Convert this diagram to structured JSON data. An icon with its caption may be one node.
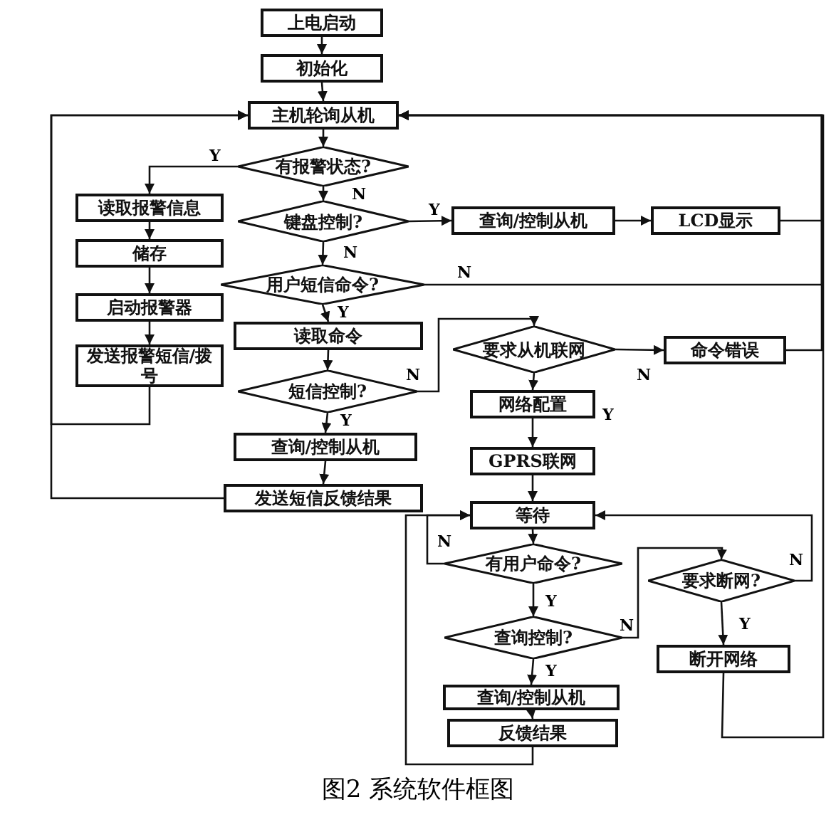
{
  "diagram": {
    "caption": "图2 系统软件框图",
    "nodes": [
      {
        "text": [
          "上电启动"
        ]
      },
      {
        "text": [
          "初始化"
        ]
      },
      {
        "text": [
          "主机轮询从机"
        ]
      },
      {
        "text": [
          "有报警状态?"
        ]
      },
      {
        "text": [
          "读取报警信息"
        ]
      },
      {
        "text": [
          "键盘控制?"
        ]
      },
      {
        "text": [
          "查询/控制从机"
        ]
      },
      {
        "text": [
          "LCD显示"
        ]
      },
      {
        "text": [
          "储存"
        ]
      },
      {
        "text": [
          "用户短信命令?"
        ]
      },
      {
        "text": [
          "启动报警器"
        ]
      },
      {
        "text": [
          "读取命令"
        ]
      },
      {
        "text": [
          "发送报警短信/拨号"
        ]
      },
      {
        "text": [
          "短信控制?"
        ]
      },
      {
        "text": [
          "要求从机联网"
        ]
      },
      {
        "text": [
          "命令错误"
        ]
      },
      {
        "text": [
          "网络配置"
        ]
      },
      {
        "text": [
          "查询/控制从机"
        ]
      },
      {
        "text": [
          "GPRS联网"
        ]
      },
      {
        "text": [
          "发送短信反馈结果"
        ]
      },
      {
        "text": [
          "等待"
        ]
      },
      {
        "text": [
          "有用户命令?"
        ]
      },
      {
        "text": [
          "要求断网?"
        ]
      },
      {
        "text": [
          "查询控制?"
        ]
      },
      {
        "text": [
          "查询/控制从机"
        ]
      },
      {
        "text": [
          "反馈结果"
        ]
      },
      {
        "text": [
          "断开网络"
        ]
      }
    ],
    "edges": [
      {
        "from": 0,
        "to": 1,
        "arrow": "to"
      },
      {
        "from": 1,
        "to": 2,
        "arrow": "to"
      },
      {
        "from": 2,
        "to": 3,
        "arrow": "to"
      },
      {
        "from": 3,
        "to": 4,
        "arrow": "to",
        "label": "Y"
      },
      {
        "from": 3,
        "to": 5,
        "arrow": "to",
        "label": "N"
      },
      {
        "from": 5,
        "to": 6,
        "arrow": "to",
        "label": "Y"
      },
      {
        "from": 6,
        "to": 7,
        "arrow": "to"
      },
      {
        "from": 7,
        "to": 2,
        "arrow": "to"
      },
      {
        "from": 5,
        "to": 9,
        "arrow": "to",
        "label": "N"
      },
      {
        "from": 9,
        "to": 2,
        "arrow": "to",
        "label": "N"
      },
      {
        "from": 9,
        "to": 11,
        "arrow": "to",
        "label": "Y"
      },
      {
        "from": 4,
        "to": 8,
        "arrow": "to"
      },
      {
        "from": 8,
        "to": 10,
        "arrow": "to"
      },
      {
        "from": 10,
        "to": 12,
        "arrow": "to"
      },
      {
        "from": 12,
        "to": 2,
        "arrow": "to"
      },
      {
        "from": 11,
        "to": 13,
        "arrow": "to"
      },
      {
        "from": 13,
        "to": 17,
        "arrow": "to",
        "label": "Y"
      },
      {
        "from": 13,
        "to": 14,
        "arrow": "to",
        "label": "N"
      },
      {
        "from": 14,
        "to": 15,
        "arrow": "to",
        "label": "N"
      },
      {
        "from": 15,
        "to": 2,
        "arrow": "to"
      },
      {
        "from": 14,
        "to": 16,
        "arrow": "to",
        "label": "Y"
      },
      {
        "from": 16,
        "to": 18,
        "arrow": "to"
      },
      {
        "from": 18,
        "to": 20,
        "arrow": "to"
      },
      {
        "from": 17,
        "to": 19,
        "arrow": "to"
      },
      {
        "from": 19,
        "to": 2,
        "arrow": "to"
      },
      {
        "from": 20,
        "to": 21,
        "arrow": "to"
      },
      {
        "from": 21,
        "to": 20,
        "arrow": "to",
        "label": "N"
      },
      {
        "from": 21,
        "to": 23,
        "arrow": "to",
        "label": "Y"
      },
      {
        "from": 23,
        "to": 22,
        "arrow": "to",
        "label": "N"
      },
      {
        "from": 22,
        "to": 20,
        "arrow": "to",
        "label": "N"
      },
      {
        "from": 22,
        "to": 26,
        "arrow": "to",
        "label": "Y"
      },
      {
        "from": 23,
        "to": 24,
        "arrow": "to",
        "label": "Y"
      },
      {
        "from": 24,
        "to": 25,
        "arrow": "to"
      },
      {
        "from": 25,
        "to": 20,
        "arrow": "to"
      },
      {
        "from": 26,
        "to": 2,
        "arrow": "to"
      }
    ]
  }
}
